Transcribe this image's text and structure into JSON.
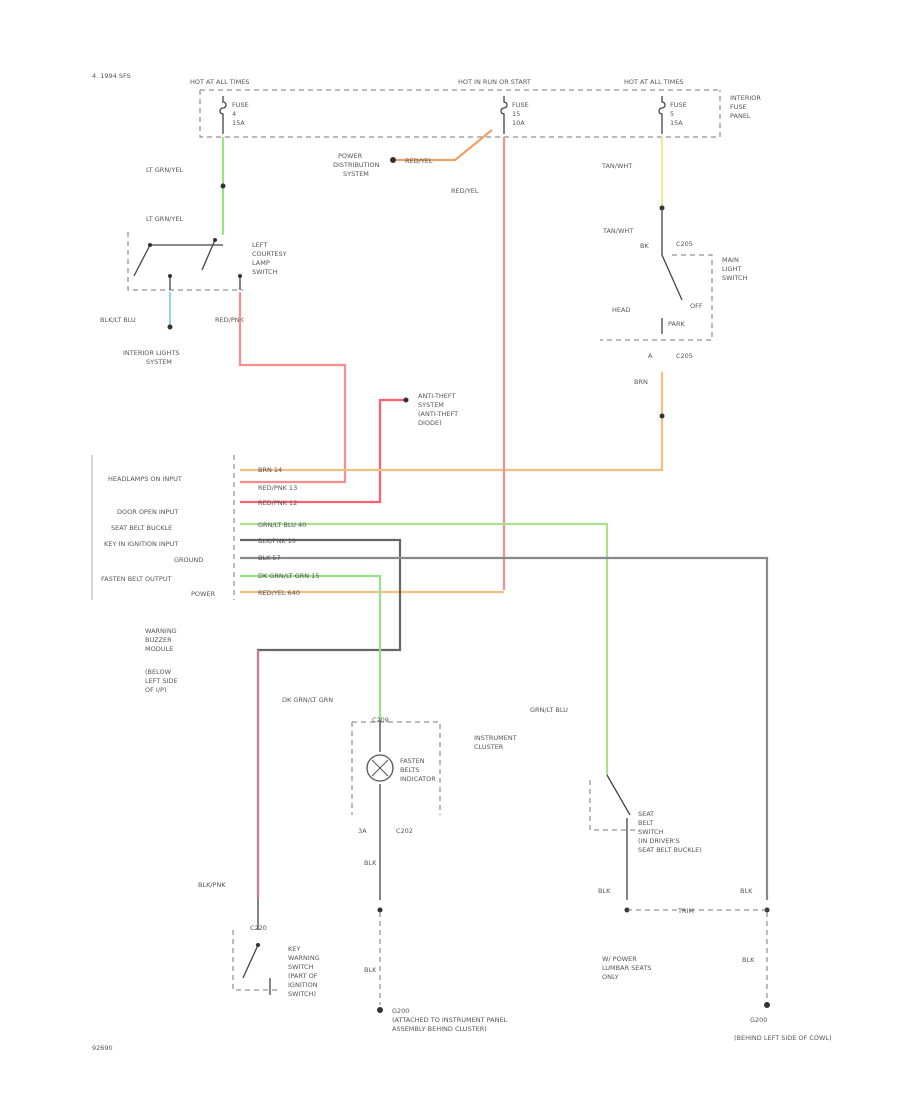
{
  "diagram": {
    "page_label": "4. 1994 SFS",
    "footer_code": "92690"
  },
  "fuse_panel": {
    "label_lines": [
      "INTERIOR",
      "FUSE",
      "PANEL"
    ]
  },
  "fuses": [
    {
      "header": "HOT AT ALL TIMES",
      "label": "FUSE",
      "number": "4",
      "amps": "15A"
    },
    {
      "header": "HOT IN RUN OR START",
      "label": "FUSE",
      "number": "15",
      "amps": "10A"
    },
    {
      "header": "HOT AT ALL TIMES",
      "label": "FUSE",
      "number": "5",
      "amps": "15A"
    }
  ],
  "labels": {
    "power_distribution": [
      "POWER",
      "DISTRIBUTION",
      "SYSTEM"
    ],
    "power_distribution_wire": "RED/YEL",
    "fuse_b_wire": "RED/YEL",
    "lt_grn_yel": "LT GRN/YEL",
    "courtesy_switch": [
      "LEFT",
      "COURTESY",
      "LAMP",
      "SWITCH"
    ],
    "blk_lt_blu": "BLK/LT BLU",
    "red_pnk": "RED/PNK",
    "interior_lights": [
      "INTERIOR LIGHTS",
      "SYSTEM"
    ],
    "anti_theft": [
      "ANTI-THEFT",
      "SYSTEM",
      "(ANTI-THEFT",
      "DIODE)"
    ],
    "tan_wht": "TAN/WHT",
    "headlamp_wire": "BRN",
    "dk_grn_lt_grn": "DK GRN/LT GRN",
    "grn_lt_blu": "GRN/LT BLU",
    "blk": "BLK",
    "blk_pnk": "BLK/PNK",
    "power_lumbar_code": "TRIM",
    "power_lumbar": [
      "W/ POWER",
      "LUMBAR SEATS",
      "ONLY"
    ]
  },
  "main_switch": {
    "term_left": "BK",
    "connector": "C205",
    "label_lines": [
      "MAIN",
      "LIGHT",
      "SWITCH"
    ],
    "off": "OFF",
    "head": "HEAD",
    "park": "PARK",
    "bottom_term": "A",
    "bottom_conn": "C205"
  },
  "module": {
    "pins": [
      {
        "label": "HEADLAMPS ON INPUT",
        "wire": "BRN   14"
      },
      {
        "label": "",
        "wire": "RED/PNK   13"
      },
      {
        "label": "DOOR OPEN INPUT",
        "wire": "RED/PNK   12"
      },
      {
        "label": "SEAT BELT BUCKLE",
        "wire": "GRN/LT BLU   40"
      },
      {
        "label": "KEY IN IGNITION INPUT",
        "wire": "BLK/PNK   10"
      },
      {
        "label": "GROUND",
        "wire": "BLK   57"
      },
      {
        "label": "FASTEN BELT OUTPUT",
        "wire": "DK GRN/LT GRN   15"
      },
      {
        "label": "POWER",
        "wire": "RED/YEL   640"
      }
    ],
    "label_lines": [
      "WARNING",
      "BUZZER",
      "MODULE",
      "(BELOW",
      "LEFT SIDE",
      "OF I/P)"
    ]
  },
  "cluster": {
    "connector_top": "C209",
    "label_lines": [
      "INSTRUMENT",
      "CLUSTER"
    ],
    "indicator_lines": [
      "FASTEN",
      "BELTS",
      "INDICATOR"
    ],
    "bottom_term": "3A",
    "bottom_conn": "C202"
  },
  "seat_belt_switch": {
    "label_lines": [
      "SEAT",
      "BELT",
      "SWITCH",
      "(IN DRIVER'S",
      "SEAT BELT BUCKLE)"
    ]
  },
  "key_switch": {
    "connector": "C220",
    "label_lines": [
      "KEY",
      "WARNING",
      "SWITCH",
      "(PART OF",
      "IGNITION",
      "SWITCH)"
    ]
  },
  "grounds": {
    "center": [
      "G200",
      "(ATTACHED TO INSTRUMENT PANEL",
      "ASSEMBLY BEHIND CLUSTER)"
    ],
    "right": [
      "G200",
      "",
      "(BEHIND LEFT SIDE OF COWL)"
    ]
  }
}
